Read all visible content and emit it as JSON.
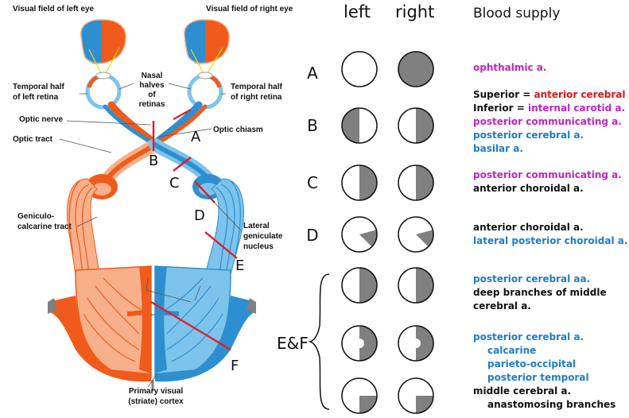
{
  "colors": {
    "blue": "#2e8fd0",
    "blue_light": "#7cc4ec",
    "orange": "#f05a1a",
    "orange_light": "#f7b08a",
    "red": "#e01e2a",
    "grey": "#808080",
    "magenta": "#c026c0",
    "artery_red": "#e8101a",
    "artery_blue": "#1f7cc7",
    "black": "#111111"
  },
  "anatomy": {
    "visual_field_left": "Visual field of left eye",
    "visual_field_right": "Visual field of right eye",
    "nasal_halves_1": "Nasal",
    "nasal_halves_2": "halves",
    "nasal_halves_3": "of",
    "nasal_halves_4": "retinas",
    "temporal_left_1": "Temporal half",
    "temporal_left_2": "of left retina",
    "temporal_right_1": "Temporal half",
    "temporal_right_2": "of right retina",
    "optic_nerve": "Optic nerve",
    "optic_chiasm": "Optic chiasm",
    "optic_tract": "Optic tract",
    "geniculo_1": "Geniculo-",
    "geniculo_2": "calcarine tract",
    "lgn_1": "Lateral",
    "lgn_2": "geniculate",
    "lgn_3": "nucleus",
    "cortex_1": "Primary visual",
    "cortex_2": "(striate) cortex"
  },
  "lesion_labels": {
    "A": "A",
    "B": "B",
    "C": "C",
    "D": "D",
    "E": "E",
    "F": "F"
  },
  "table": {
    "header_left": "left",
    "header_right": "right",
    "header_blood": "Blood supply",
    "rows": [
      {
        "label": "A",
        "left_defect": "none",
        "right_defect": "full",
        "supply": [
          {
            "text": "ophthalmic a.",
            "color": "magenta"
          }
        ]
      },
      {
        "label": "B",
        "left_defect": "left-half",
        "right_defect": "right-half",
        "supply": [
          {
            "prefix": "Superior = ",
            "text": "anterior cerebral aa.",
            "color": "artery_red"
          },
          {
            "prefix": "Inferior = ",
            "text": "internal carotid a.",
            "color": "magenta"
          },
          {
            "text": "posterior communicating a.",
            "color": "magenta"
          },
          {
            "text": "posterior cerebral a.",
            "color": "artery_blue"
          },
          {
            "text": "basilar a.",
            "color": "artery_blue"
          }
        ]
      },
      {
        "label": "C",
        "left_defect": "right-half",
        "right_defect": "right-half",
        "supply": [
          {
            "text": "posterior communicating a.",
            "color": "magenta"
          },
          {
            "text": "anterior choroidal a.",
            "color": "black"
          }
        ]
      },
      {
        "label": "D",
        "left_defect": "wedge",
        "right_defect": "wedge",
        "supply": [
          {
            "text": "anterior choroidal a.",
            "color": "black"
          },
          {
            "text": "lateral posterior choroidal a.",
            "color": "artery_blue"
          }
        ]
      },
      {
        "label": "E&F",
        "left_defect": "right-half",
        "right_defect": "right-half",
        "supply": [
          {
            "text": "posterior cerebral aa.",
            "color": "artery_blue"
          },
          {
            "text": "deep branches of middle",
            "color": "black"
          },
          {
            "text": "cerebral a.",
            "color": "black"
          }
        ]
      },
      {
        "label": "",
        "left_defect": "right-half-macular-sparing",
        "right_defect": "right-half-macular-sparing",
        "supply": [
          {
            "text": "posterior cerebral a.",
            "color": "artery_blue"
          },
          {
            "text": "calcarine",
            "color": "artery_blue",
            "indent": true
          },
          {
            "text": "parieto-occipital",
            "color": "artery_blue",
            "indent": true
          },
          {
            "text": "posterior temporal",
            "color": "artery_blue",
            "indent": true
          },
          {
            "text": "middle cerebral a.",
            "color": "black"
          },
          {
            "text": "anastomosing branches",
            "color": "black",
            "indent": true
          }
        ]
      },
      {
        "label": "",
        "left_defect": "lower-right-quadrant",
        "right_defect": "lower-right-quadrant",
        "supply": []
      }
    ]
  }
}
